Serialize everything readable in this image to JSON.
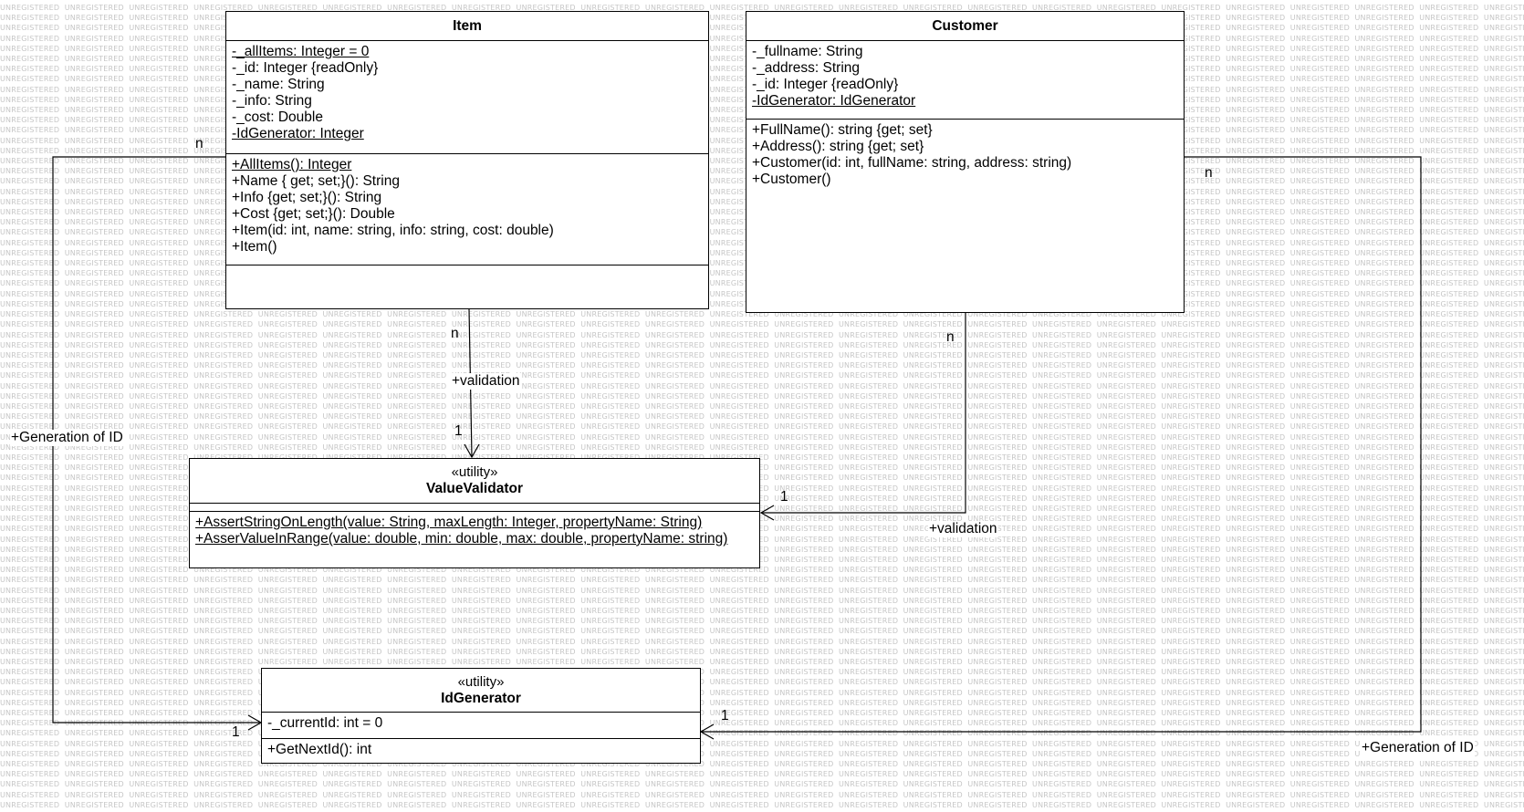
{
  "watermark_text": "UNREGISTERED",
  "classes": {
    "item": {
      "name": "Item",
      "attributes": [
        {
          "text": "-_allItems: Integer = 0",
          "static": true
        },
        {
          "text": "-_id: Integer {readOnly}",
          "static": false
        },
        {
          "text": "-_name: String",
          "static": false
        },
        {
          "text": "-_info: String",
          "static": false
        },
        {
          "text": "-_cost: Double",
          "static": false
        },
        {
          "text": "-IdGenerator: Integer",
          "static": true
        }
      ],
      "operations": [
        {
          "text": "+AllItems(): Integer",
          "static": true
        },
        {
          "text": "+Name { get; set;}(): String",
          "static": false
        },
        {
          "text": "+Info {get; set;}(): String",
          "static": false
        },
        {
          "text": "+Cost {get; set;}(): Double",
          "static": false
        },
        {
          "text": "+Item(id: int, name: string, info: string, cost: double)",
          "static": false
        },
        {
          "text": "+Item()",
          "static": false
        }
      ]
    },
    "customer": {
      "name": "Customer",
      "attributes": [
        {
          "text": "-_fullname: String",
          "static": false
        },
        {
          "text": "-_address: String",
          "static": false
        },
        {
          "text": "-_id: Integer {readOnly}",
          "static": false
        },
        {
          "text": "-IdGenerator: IdGenerator",
          "static": true
        }
      ],
      "operations": [
        {
          "text": "+FullName(): string {get; set}",
          "static": false
        },
        {
          "text": "+Address(): string {get; set}",
          "static": false
        },
        {
          "text": "+Customer(id: int, fullName: string, address: string)",
          "static": false
        },
        {
          "text": "+Customer()",
          "static": false
        }
      ]
    },
    "value_validator": {
      "stereotype": "«utility»",
      "name": "ValueValidator",
      "attributes": [],
      "operations": [
        {
          "text": "+AssertStringOnLength(value: String, maxLength: Integer, propertyName: String)",
          "static": true
        },
        {
          "text": "+AsserValueInRange(value: double, min: double, max: double, propertyName: string)",
          "static": true
        }
      ]
    },
    "id_generator": {
      "stereotype": "«utility»",
      "name": "IdGenerator",
      "attributes": [
        {
          "text": "-_currentId: int = 0",
          "static": false
        }
      ],
      "operations": [
        {
          "text": "+GetNextId(): int",
          "static": false
        }
      ]
    }
  },
  "associations": {
    "item_validator": {
      "label": "+validation",
      "source_mult": "n",
      "target_mult": "1"
    },
    "customer_validator": {
      "label": "+validation",
      "source_mult": "n",
      "target_mult": "1"
    },
    "item_idgen": {
      "label": "+Generation of ID",
      "source_mult": "n",
      "target_mult": "1"
    },
    "customer_idgen": {
      "label": "+Generation of ID",
      "source_mult": "n",
      "target_mult": "1"
    }
  }
}
